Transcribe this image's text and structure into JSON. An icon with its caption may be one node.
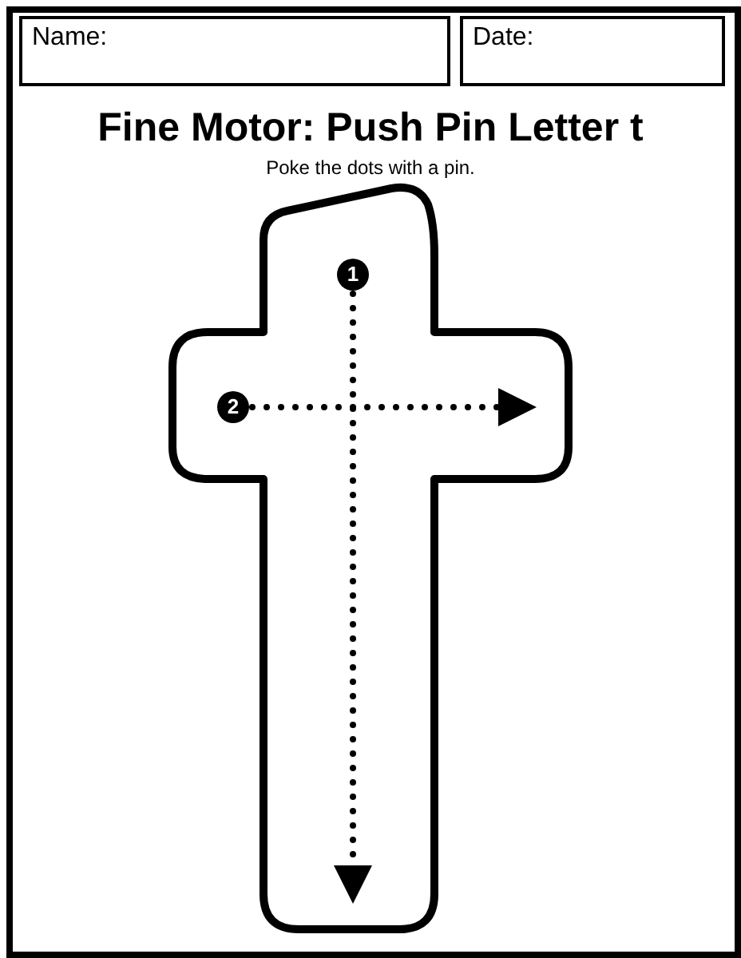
{
  "diagram": {
    "title": "Fine Motor: Push Pin Letter t",
    "nodes": [
      {
        "text": [
          "1"
        ]
      },
      {
        "text": [
          "2"
        ]
      }
    ],
    "edges": [
      {
        "from": 0,
        "to": null,
        "arrow": "to",
        "style": "dashed"
      },
      {
        "from": 1,
        "to": null,
        "arrow": "to",
        "style": "dashed"
      }
    ],
    "labels": [
      "Name:",
      "Date:",
      "Poke the dots with a pin."
    ]
  }
}
